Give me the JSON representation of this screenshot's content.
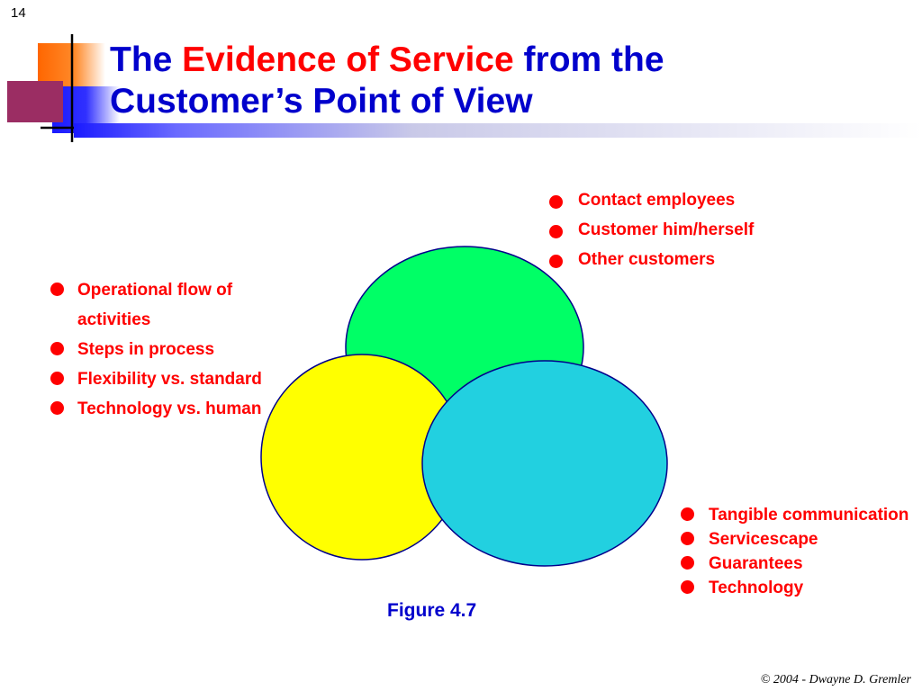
{
  "slide_number": "14",
  "title": {
    "part1": "The ",
    "part2": "Evidence of Service",
    "part3": " from the",
    "line2": "Customer’s Point of View"
  },
  "top_right_bullets": [
    {
      "label": "Contact employees"
    },
    {
      "label": "Customer him/herself"
    },
    {
      "label": "Other customers"
    }
  ],
  "left_bullets": [
    {
      "label": "Operational flow of activities"
    },
    {
      "label": "Steps in process"
    },
    {
      "label": "Flexibility vs. standard"
    },
    {
      "label": "Technology vs. human"
    }
  ],
  "bottom_right_bullets": [
    {
      "label": "Tangible communication"
    },
    {
      "label": "Servicescape"
    },
    {
      "label": "Guarantees"
    },
    {
      "label": "Technology"
    }
  ],
  "venn": {
    "top_color": "#00ff66",
    "left_color": "#ffff00",
    "right_color": "#22d0e0",
    "outline_color": "#00008b"
  },
  "figure_caption": "Figure 4.7",
  "copyright": "©  2004  - Dwayne D. Gremler"
}
